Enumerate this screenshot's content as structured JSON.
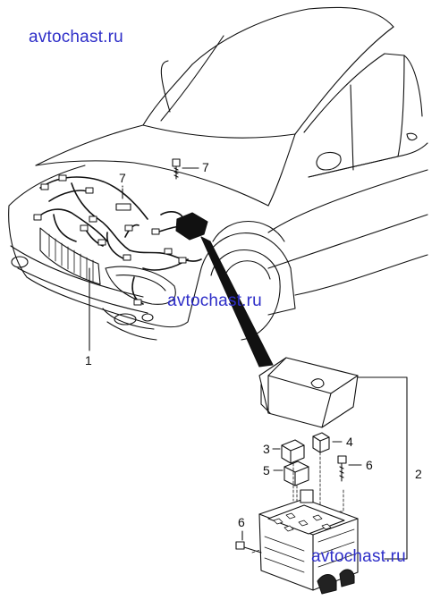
{
  "watermark": {
    "text": "avtochast.ru",
    "color": "#2e2ec8"
  },
  "callouts": {
    "wiring_harness": "1",
    "junction_box": "2",
    "relay_a": "3",
    "relay_b": "4",
    "relay_c": "5",
    "bolt_right": "6",
    "bolt_left": "6",
    "bolt_top": "7",
    "bolt_mid": "7"
  }
}
